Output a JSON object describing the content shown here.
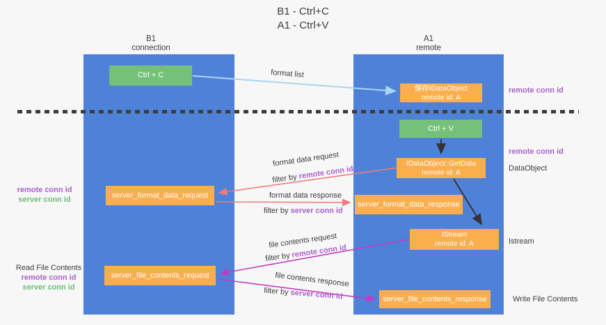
{
  "title": {
    "line1": "B1 - Ctrl+C",
    "line2": "A1 - Ctrl+V"
  },
  "columns": {
    "left": {
      "header_line1": "B1",
      "header_line2": "connection"
    },
    "right": {
      "header_line1": "A1",
      "header_line2": "remote"
    }
  },
  "boxes": {
    "ctrl_c": "Ctrl + C",
    "ctrl_v": "Ctrl + V",
    "save_idataobject": {
      "line1": "保存IDataObject",
      "line2": "remote id: A"
    },
    "getdata": {
      "line1": "IDataObject::GetData",
      "line2": "remote id: A"
    },
    "istream": {
      "line1": "IStream",
      "line2": "remote id: A"
    },
    "server_format_data_request": "server_format_data_request",
    "server_format_data_response": "server_format_data_response",
    "server_file_contents_request": "server_file_contents_request",
    "server_file_contents_response": "server_file_contents_response"
  },
  "annotations": {
    "right": {
      "remote_conn_id_top": "remote conn id",
      "remote_conn_id_mid": "remote conn id",
      "dataobject": "DataObject",
      "istream": "Istream",
      "write_file_contents": "Write File Contents"
    },
    "left": {
      "remote_conn_id_1": "remote conn id",
      "server_conn_id_1": "server conn id",
      "read_file_contents": "Read File Contents",
      "remote_conn_id_2": "remote conn id",
      "server_conn_id_2": "server conn id"
    }
  },
  "arrow_labels": {
    "format_list": "format list",
    "format_data_request": "format data request",
    "format_data_response": "format data response",
    "file_contents_request": "file contents request",
    "file_contents_response": "file contents response",
    "filter_by_prefix_1": "filter by ",
    "filter_by_id_1": "remote conn id",
    "filter_by_prefix_2": "filter by ",
    "filter_by_id_2": "server conn id",
    "filter_by_prefix_3": "filter by ",
    "filter_by_id_3": "remote conn id",
    "filter_by_prefix_4": "filter by ",
    "filter_by_id_4": "server conn id"
  },
  "colors": {
    "lifeline_blue": "#4E82D8",
    "box_green": "#74C17A",
    "box_orange": "#FAAE4D",
    "arrow_lightblue": "#A9D5F1",
    "arrow_salmon": "#EF7B7B",
    "arrow_magenta": "#C438C4",
    "arrow_black": "#333333",
    "label_purple": "#AC5FC9",
    "label_green": "#6CBE74",
    "background": "#F7F7F8"
  }
}
